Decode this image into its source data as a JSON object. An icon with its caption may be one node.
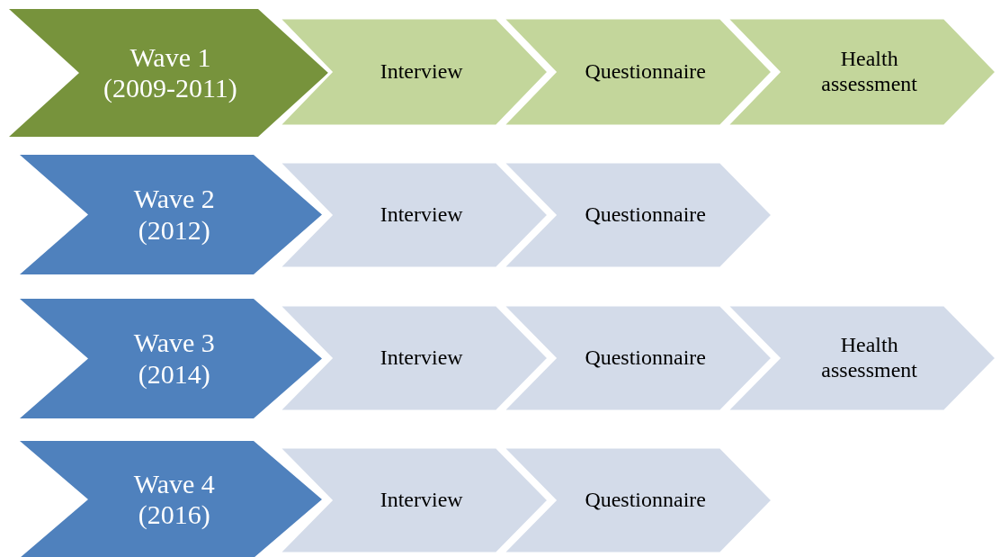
{
  "diagram": {
    "nodes": [
      {
        "text": [
          "Wave 1 (2009-2011)"
        ]
      },
      {
        "text": [
          "Interview"
        ]
      },
      {
        "text": [
          "Questionnaire"
        ]
      },
      {
        "text": [
          "Health assessment"
        ]
      },
      {
        "text": [
          "Wave 2 (2012)"
        ]
      },
      {
        "text": [
          "Interview"
        ]
      },
      {
        "text": [
          "Questionnaire"
        ]
      },
      {
        "text": [
          "Wave 3 (2014)"
        ]
      },
      {
        "text": [
          "Interview"
        ]
      },
      {
        "text": [
          "Questionnaire"
        ]
      },
      {
        "text": [
          "Health assessment"
        ]
      },
      {
        "text": [
          "Wave 4 (2016)"
        ]
      },
      {
        "text": [
          "Interview"
        ]
      },
      {
        "text": [
          "Questionnaire"
        ]
      }
    ]
  }
}
